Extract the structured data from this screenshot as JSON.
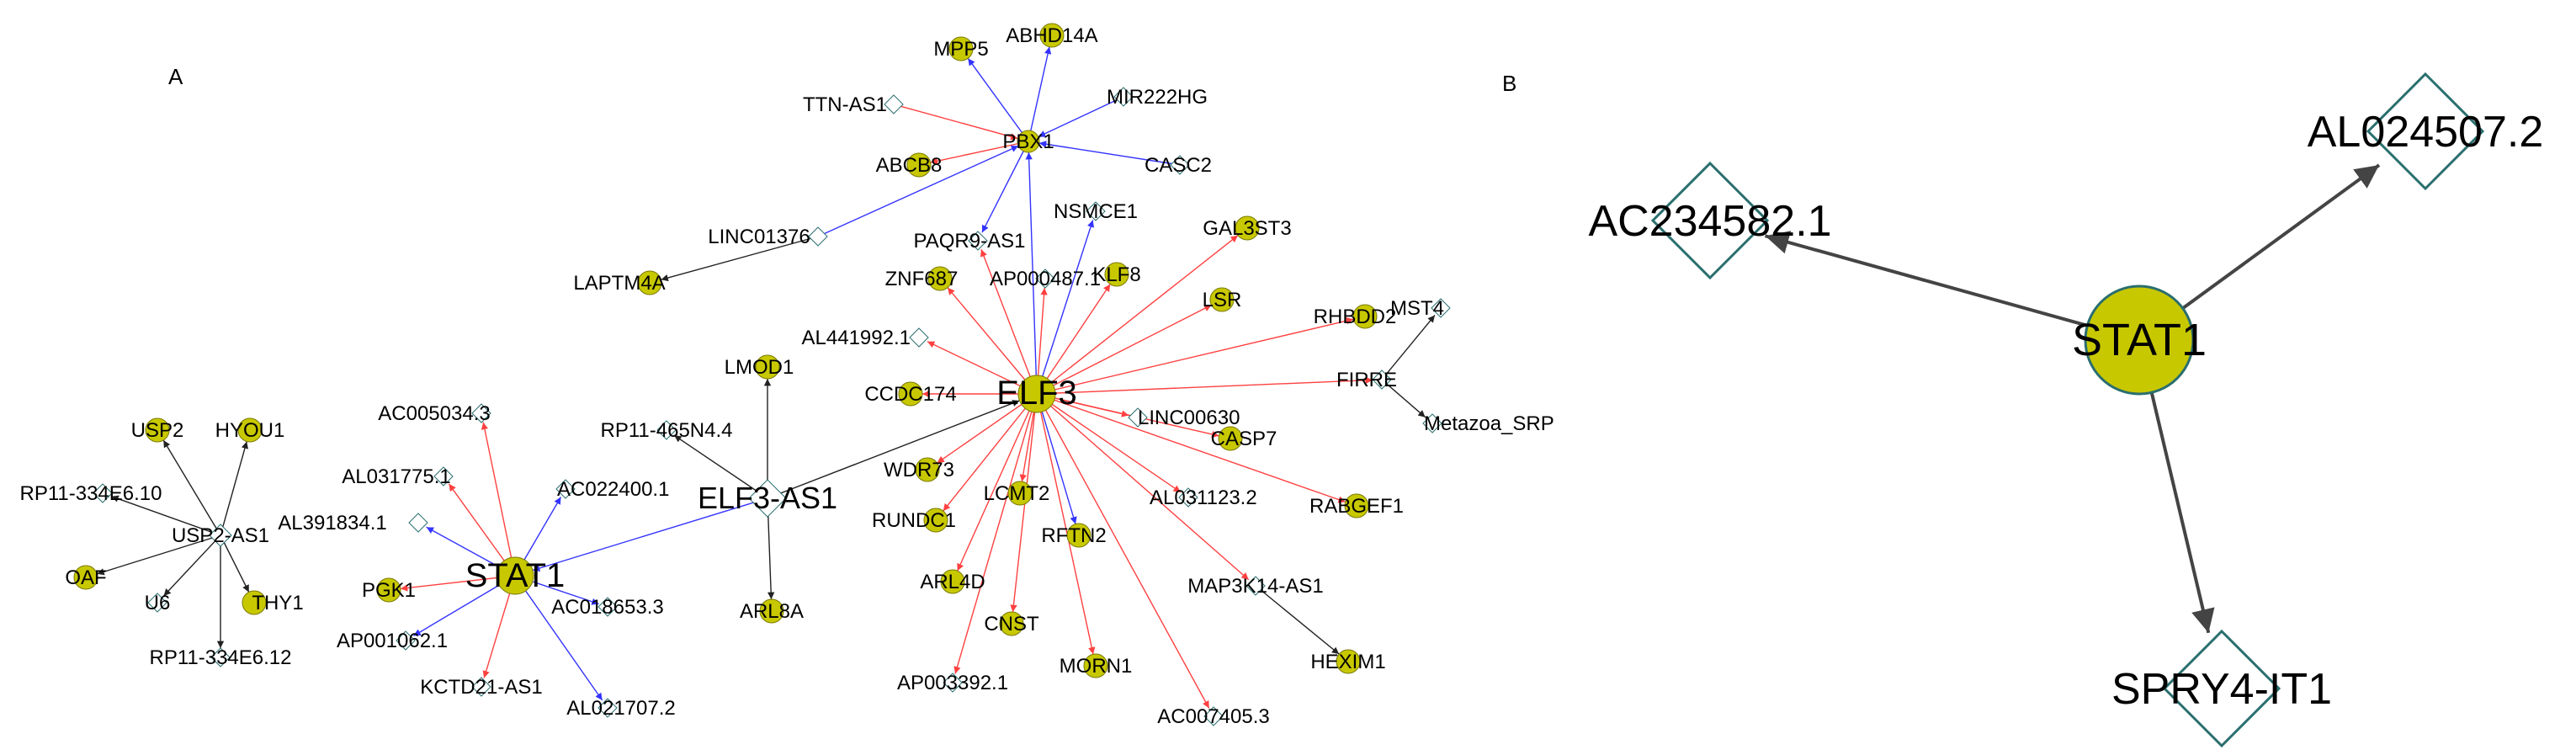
{
  "panels": [
    {
      "letter": "A",
      "nodes": [
        {
          "id": "ELF3",
          "label": "ELF3",
          "shape": "circle",
          "size": "large"
        },
        {
          "id": "ELF3-AS1",
          "label": "ELF3-AS1",
          "shape": "diamond",
          "size": "large"
        },
        {
          "id": "STAT1",
          "label": "STAT1",
          "shape": "circle",
          "size": "large"
        },
        {
          "id": "PBX1",
          "label": "PBX1",
          "shape": "circle",
          "size": "medium"
        },
        {
          "id": "USP2-AS1",
          "label": "USP2-AS1",
          "shape": "diamond",
          "size": "medium"
        },
        {
          "id": "MPP5",
          "label": "MPP5",
          "shape": "circle"
        },
        {
          "id": "ABHD14A",
          "label": "ABHD14A",
          "shape": "circle"
        },
        {
          "id": "TTN-AS1",
          "label": "TTN-AS1",
          "shape": "diamond"
        },
        {
          "id": "MIR222HG",
          "label": "MIR222HG",
          "shape": "diamond"
        },
        {
          "id": "ABCB8",
          "label": "ABCB8",
          "shape": "circle"
        },
        {
          "id": "CASC2",
          "label": "CASC2",
          "shape": "diamond"
        },
        {
          "id": "LINC01376",
          "label": "LINC01376",
          "shape": "diamond"
        },
        {
          "id": "PAQR9-AS1",
          "label": "PAQR9-AS1",
          "shape": "diamond"
        },
        {
          "id": "NSMCE1",
          "label": "NSMCE1",
          "shape": "diamond"
        },
        {
          "id": "LAPTM4A",
          "label": "LAPTM4A",
          "shape": "circle"
        },
        {
          "id": "GAL3ST3",
          "label": "GAL3ST3",
          "shape": "circle"
        },
        {
          "id": "ZNF687",
          "label": "ZNF687",
          "shape": "circle"
        },
        {
          "id": "KLF8",
          "label": "KLF8",
          "shape": "circle"
        },
        {
          "id": "AP000487.1",
          "label": "AP000487.1",
          "shape": "diamond"
        },
        {
          "id": "LSR",
          "label": "LSR",
          "shape": "circle"
        },
        {
          "id": "RHBDD2",
          "label": "RHBDD2",
          "shape": "circle"
        },
        {
          "id": "MST4",
          "label": "MST4",
          "shape": "diamond"
        },
        {
          "id": "AL441992.1",
          "label": "AL441992.1",
          "shape": "diamond"
        },
        {
          "id": "LMOD1",
          "label": "LMOD1",
          "shape": "circle"
        },
        {
          "id": "FIRRE",
          "label": "FIRRE",
          "shape": "diamond"
        },
        {
          "id": "CCDC174",
          "label": "CCDC174",
          "shape": "circle"
        },
        {
          "id": "Metazoa_SRP",
          "label": "Metazoa_SRP",
          "shape": "diamond"
        },
        {
          "id": "AC005034.3",
          "label": "AC005034.3",
          "shape": "diamond"
        },
        {
          "id": "RP11-465N4.4",
          "label": "RP11-465N4.4",
          "shape": "diamond"
        },
        {
          "id": "LINC00630",
          "label": "LINC00630",
          "shape": "diamond"
        },
        {
          "id": "CASP7",
          "label": "CASP7",
          "shape": "circle"
        },
        {
          "id": "USP2",
          "label": "USP2",
          "shape": "circle"
        },
        {
          "id": "HYOU1",
          "label": "HYOU1",
          "shape": "circle"
        },
        {
          "id": "AL031775.1",
          "label": "AL031775.1",
          "shape": "diamond"
        },
        {
          "id": "AC022400.1",
          "label": "AC022400.1",
          "shape": "diamond"
        },
        {
          "id": "WDR73",
          "label": "WDR73",
          "shape": "circle"
        },
        {
          "id": "RP11-334E6.10",
          "label": "RP11-334E6.10",
          "shape": "diamond"
        },
        {
          "id": "AL391834.1",
          "label": "AL391834.1",
          "shape": "diamond"
        },
        {
          "id": "RUNDC1",
          "label": "RUNDC1",
          "shape": "circle"
        },
        {
          "id": "LCMT2",
          "label": "LCMT2",
          "shape": "circle"
        },
        {
          "id": "RFTN2",
          "label": "RFTN2",
          "shape": "circle"
        },
        {
          "id": "AL031123.2",
          "label": "AL031123.2",
          "shape": "diamond"
        },
        {
          "id": "RABGEF1",
          "label": "RABGEF1",
          "shape": "circle"
        },
        {
          "id": "OAF",
          "label": "OAF",
          "shape": "circle"
        },
        {
          "id": "U6",
          "label": "U6",
          "shape": "diamond"
        },
        {
          "id": "THY1",
          "label": "THY1",
          "shape": "circle"
        },
        {
          "id": "PGK1",
          "label": "PGK1",
          "shape": "circle"
        },
        {
          "id": "AC018653.3",
          "label": "AC018653.3",
          "shape": "diamond"
        },
        {
          "id": "ARL8A",
          "label": "ARL8A",
          "shape": "circle"
        },
        {
          "id": "ARL4D",
          "label": "ARL4D",
          "shape": "circle"
        },
        {
          "id": "MAP3K14-AS1",
          "label": "MAP3K14-AS1",
          "shape": "diamond"
        },
        {
          "id": "CNST",
          "label": "CNST",
          "shape": "circle"
        },
        {
          "id": "HEXIM1",
          "label": "HEXIM1",
          "shape": "circle"
        },
        {
          "id": "RP11-334E6.12",
          "label": "RP11-334E6.12",
          "shape": "diamond"
        },
        {
          "id": "AP001062.1",
          "label": "AP001062.1",
          "shape": "diamond"
        },
        {
          "id": "KCTD21-AS1",
          "label": "KCTD21-AS1",
          "shape": "diamond"
        },
        {
          "id": "AL021707.2",
          "label": "AL021707.2",
          "shape": "diamond"
        },
        {
          "id": "AP003392.1",
          "label": "AP003392.1",
          "shape": "diamond"
        },
        {
          "id": "MORN1",
          "label": "MORN1",
          "shape": "circle"
        },
        {
          "id": "AC007405.3",
          "label": "AC007405.3",
          "shape": "diamond"
        }
      ],
      "edges": [
        {
          "from": "PBX1",
          "to": "MPP5",
          "color": "blue"
        },
        {
          "from": "PBX1",
          "to": "ABHD14A",
          "color": "blue"
        },
        {
          "from": "TTN-AS1",
          "to": "PBX1",
          "color": "red"
        },
        {
          "from": "MIR222HG",
          "to": "PBX1",
          "color": "blue"
        },
        {
          "from": "PBX1",
          "to": "ABCB8",
          "color": "red"
        },
        {
          "from": "CASC2",
          "to": "PBX1",
          "color": "blue"
        },
        {
          "from": "PBX1",
          "to": "PAQR9-AS1",
          "color": "blue"
        },
        {
          "from": "LINC01376",
          "to": "PBX1",
          "color": "blue"
        },
        {
          "from": "LINC01376",
          "to": "LAPTM4A",
          "color": "black"
        },
        {
          "from": "ELF3",
          "to": "PBX1",
          "color": "blue"
        },
        {
          "from": "ELF3",
          "to": "PAQR9-AS1",
          "color": "red"
        },
        {
          "from": "ELF3",
          "to": "NSMCE1",
          "color": "blue"
        },
        {
          "from": "ELF3",
          "to": "ZNF687",
          "color": "red"
        },
        {
          "from": "ELF3",
          "to": "AP000487.1",
          "color": "red"
        },
        {
          "from": "ELF3",
          "to": "KLF8",
          "color": "red"
        },
        {
          "from": "ELF3",
          "to": "GAL3ST3",
          "color": "red"
        },
        {
          "from": "ELF3",
          "to": "LSR",
          "color": "red"
        },
        {
          "from": "ELF3",
          "to": "RHBDD2",
          "color": "red"
        },
        {
          "from": "ELF3",
          "to": "AL441992.1",
          "color": "red"
        },
        {
          "from": "ELF3",
          "to": "CCDC174",
          "color": "red"
        },
        {
          "from": "ELF3",
          "to": "FIRRE",
          "color": "red"
        },
        {
          "from": "FIRRE",
          "to": "MST4",
          "color": "black"
        },
        {
          "from": "FIRRE",
          "to": "Metazoa_SRP",
          "color": "black"
        },
        {
          "from": "ELF3",
          "to": "LINC00630",
          "color": "red"
        },
        {
          "from": "ELF3",
          "to": "CASP7",
          "color": "red"
        },
        {
          "from": "ELF3",
          "to": "RABGEF1",
          "color": "red"
        },
        {
          "from": "ELF3",
          "to": "AL031123.2",
          "color": "red"
        },
        {
          "from": "ELF3",
          "to": "MAP3K14-AS1",
          "color": "red"
        },
        {
          "from": "MAP3K14-AS1",
          "to": "HEXIM1",
          "color": "black"
        },
        {
          "from": "ELF3",
          "to": "AC007405.3",
          "color": "red"
        },
        {
          "from": "ELF3",
          "to": "MORN1",
          "color": "red"
        },
        {
          "from": "ELF3",
          "to": "RFTN2",
          "color": "blue"
        },
        {
          "from": "ELF3",
          "to": "CNST",
          "color": "red"
        },
        {
          "from": "ELF3",
          "to": "AP003392.1",
          "color": "red"
        },
        {
          "from": "ELF3",
          "to": "ARL4D",
          "color": "red"
        },
        {
          "from": "ELF3",
          "to": "LCMT2",
          "color": "red"
        },
        {
          "from": "ELF3",
          "to": "RUNDC1",
          "color": "red"
        },
        {
          "from": "ELF3",
          "to": "WDR73",
          "color": "red"
        },
        {
          "from": "ELF3-AS1",
          "to": "ELF3",
          "color": "black"
        },
        {
          "from": "ELF3-AS1",
          "to": "LMOD1",
          "color": "black"
        },
        {
          "from": "ELF3-AS1",
          "to": "ARL8A",
          "color": "black"
        },
        {
          "from": "ELF3-AS1",
          "to": "RP11-465N4.4",
          "color": "black"
        },
        {
          "from": "ELF3-AS1",
          "to": "STAT1",
          "color": "blue"
        },
        {
          "from": "STAT1",
          "to": "AC005034.3",
          "color": "red"
        },
        {
          "from": "STAT1",
          "to": "AL031775.1",
          "color": "red"
        },
        {
          "from": "STAT1",
          "to": "AC022400.1",
          "color": "blue"
        },
        {
          "from": "STAT1",
          "to": "AL391834.1",
          "color": "blue"
        },
        {
          "from": "STAT1",
          "to": "PGK1",
          "color": "red"
        },
        {
          "from": "STAT1",
          "to": "AC018653.3",
          "color": "blue"
        },
        {
          "from": "STAT1",
          "to": "AP001062.1",
          "color": "blue"
        },
        {
          "from": "STAT1",
          "to": "KCTD21-AS1",
          "color": "red"
        },
        {
          "from": "STAT1",
          "to": "AL021707.2",
          "color": "blue"
        },
        {
          "from": "USP2-AS1",
          "to": "USP2",
          "color": "black"
        },
        {
          "from": "USP2-AS1",
          "to": "HYOU1",
          "color": "black"
        },
        {
          "from": "USP2-AS1",
          "to": "RP11-334E6.10",
          "color": "black"
        },
        {
          "from": "USP2-AS1",
          "to": "OAF",
          "color": "black"
        },
        {
          "from": "USP2-AS1",
          "to": "U6",
          "color": "black"
        },
        {
          "from": "USP2-AS1",
          "to": "THY1",
          "color": "black"
        },
        {
          "from": "USP2-AS1",
          "to": "RP11-334E6.12",
          "color": "black"
        }
      ]
    },
    {
      "letter": "B",
      "nodes": [
        {
          "id": "STAT1",
          "label": "STAT1",
          "shape": "circle",
          "size": "xlarge"
        },
        {
          "id": "AC234582.1",
          "label": "AC234582.1",
          "shape": "diamond",
          "size": "xlarge"
        },
        {
          "id": "AL024507.2",
          "label": "AL024507.2",
          "shape": "diamond",
          "size": "xlarge"
        },
        {
          "id": "SPRY4-IT1",
          "label": "SPRY4-IT1",
          "shape": "diamond",
          "size": "xlarge"
        }
      ],
      "edges": [
        {
          "from": "STAT1",
          "to": "AC234582.1",
          "color": "darkgray"
        },
        {
          "from": "STAT1",
          "to": "AL024507.2",
          "color": "darkgray"
        },
        {
          "from": "STAT1",
          "to": "SPRY4-IT1",
          "color": "darkgray"
        }
      ]
    }
  ],
  "colors": {
    "node_fill": "#c8c800",
    "node_stroke": "#7a7a00",
    "diamond_stroke": "#2a6e6e",
    "diamond_fill": "#ffffff",
    "edge_red": "#ff4040",
    "edge_blue": "#3333ff",
    "edge_black": "#222222",
    "edge_darkgray": "#444444"
  }
}
